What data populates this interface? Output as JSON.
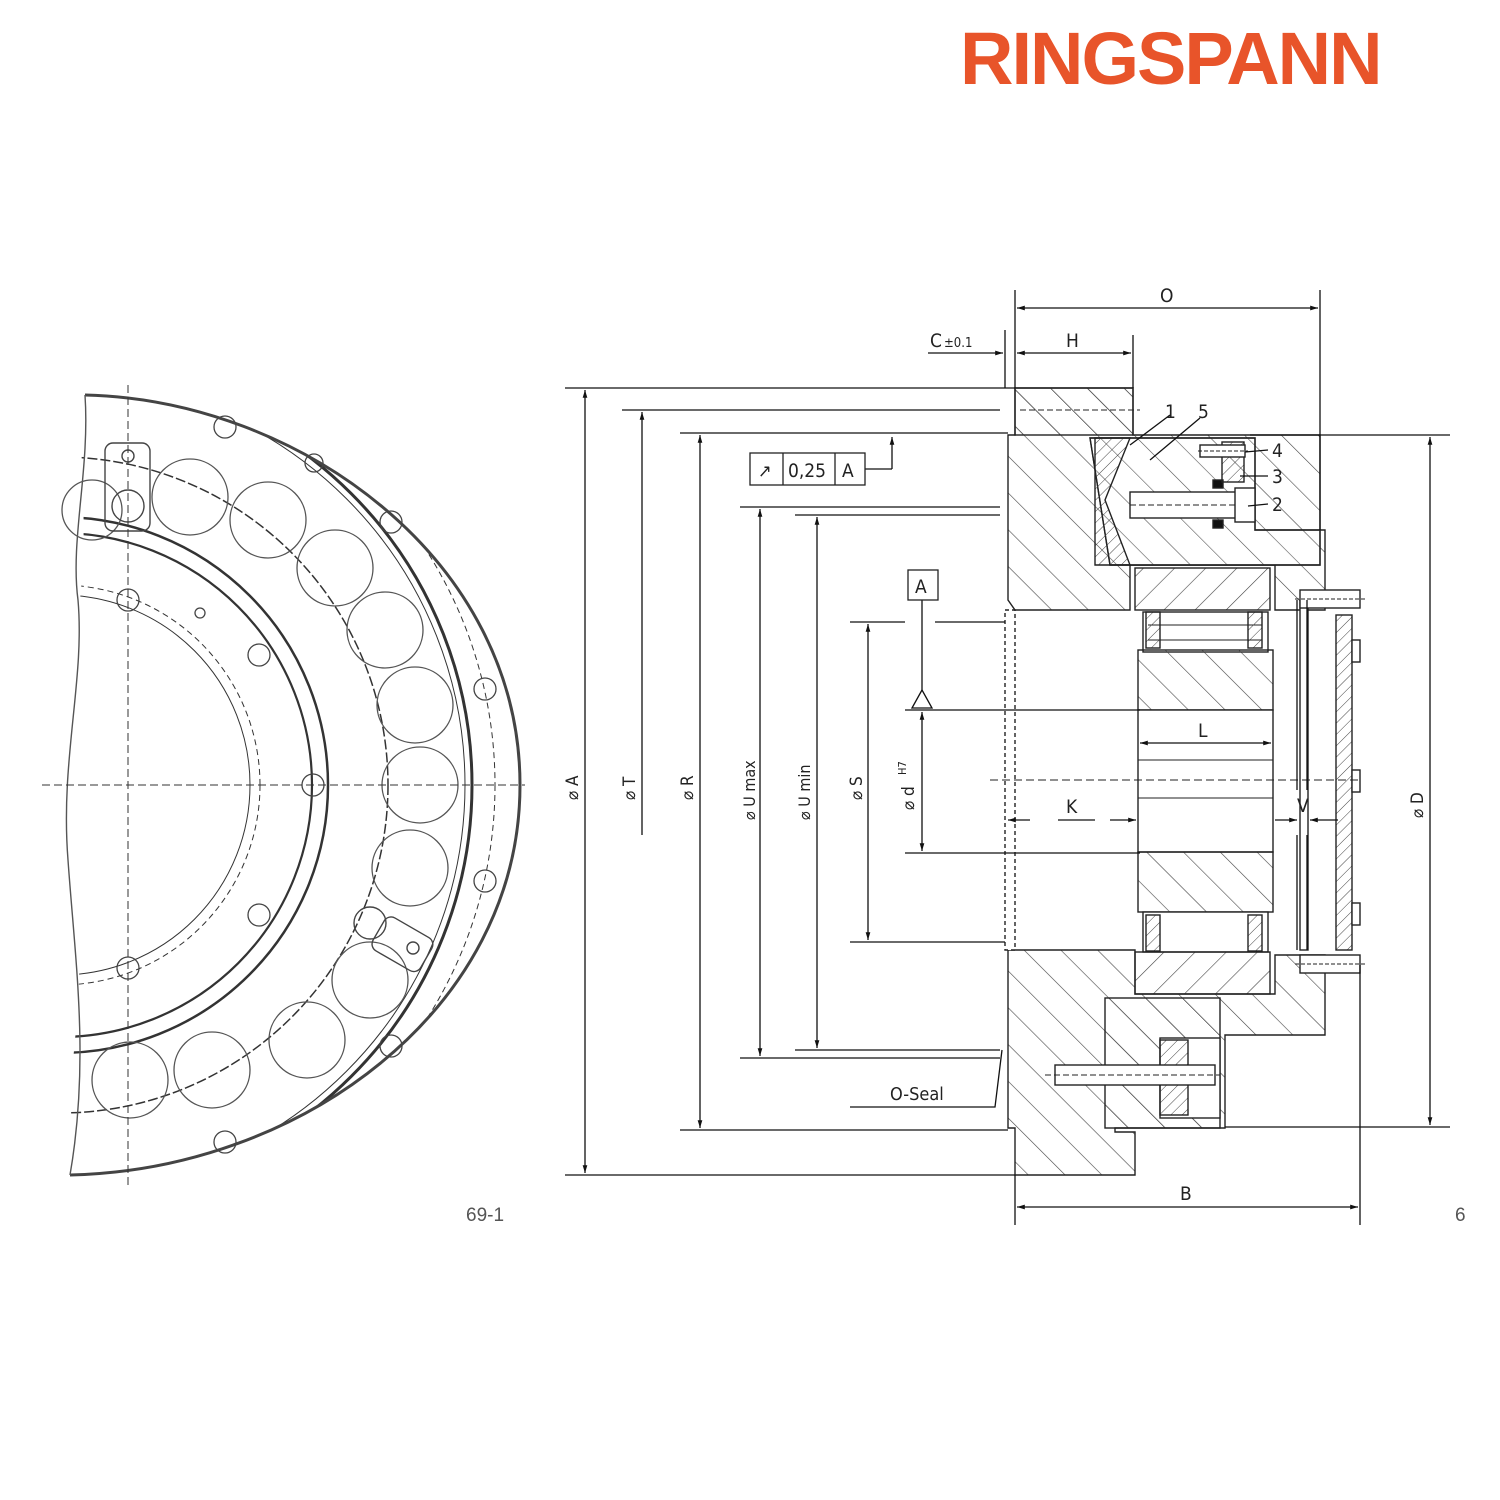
{
  "brand": {
    "name": "RINGSPANN",
    "color": "#E8542A"
  },
  "figures": [
    {
      "id": "front-view",
      "caption": "69-1"
    },
    {
      "id": "section-view",
      "caption": "6"
    }
  ],
  "dimensions": {
    "top": {
      "O": "O",
      "H": "H",
      "C": "C",
      "C_tol": "±0.1"
    },
    "bottom": {
      "B": "B"
    },
    "diameters": {
      "A": "⌀ A",
      "T": "⌀ T",
      "R": "⌀ R",
      "U_max": "⌀ U max",
      "U_min": "⌀ U min",
      "S": "⌀ S",
      "d": "⌀ d",
      "d_tol": "H7",
      "D": "⌀ D"
    },
    "inner": {
      "K": "K",
      "L": "L",
      "V": "V"
    }
  },
  "tolerance_frame": {
    "symbol": "↗",
    "value": "0,25",
    "datum": "A"
  },
  "datum_label": "A",
  "part_numbers": [
    "1",
    "5",
    "4",
    "3",
    "2"
  ],
  "callouts": {
    "o_seal": "O-Seal"
  },
  "colors": {
    "line": "#222222",
    "hatch": "#444444",
    "background": "#ffffff"
  }
}
